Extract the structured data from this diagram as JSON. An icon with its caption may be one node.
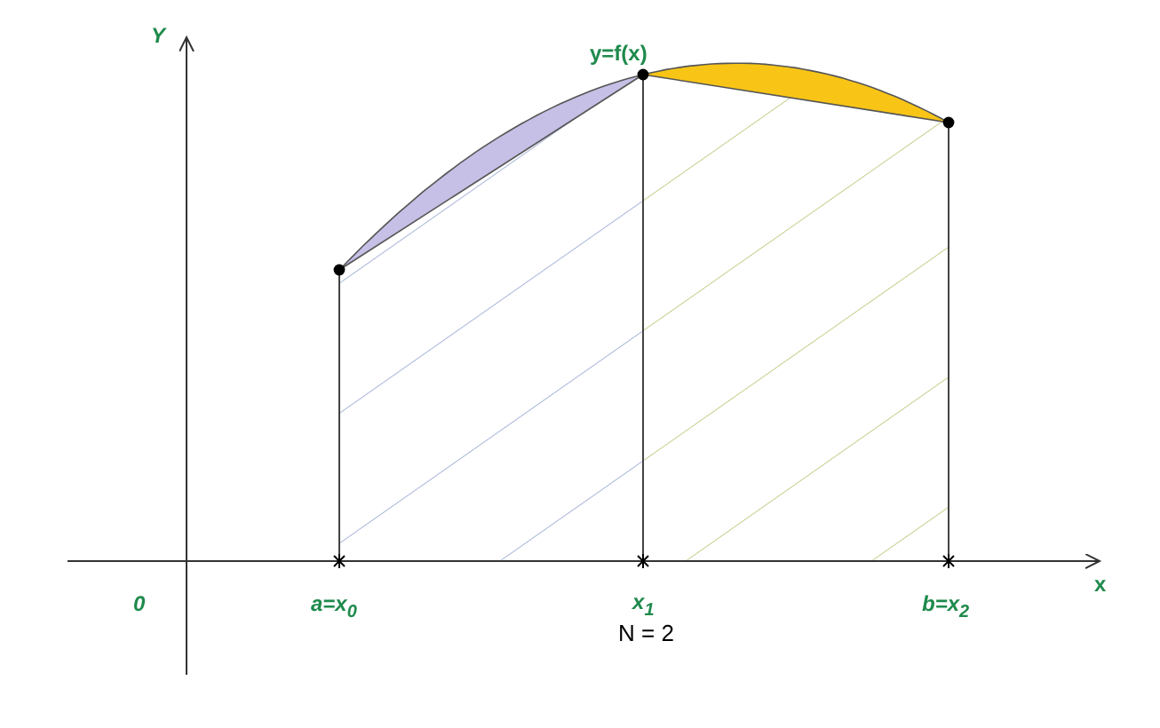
{
  "diagram": {
    "labels": [
      "Y",
      "y=f(x)",
      "x",
      "0",
      "a=x$_{0}$",
      "x$_{1}$",
      "b=x$_{2}$",
      "N = 2"
    ]
  }
}
